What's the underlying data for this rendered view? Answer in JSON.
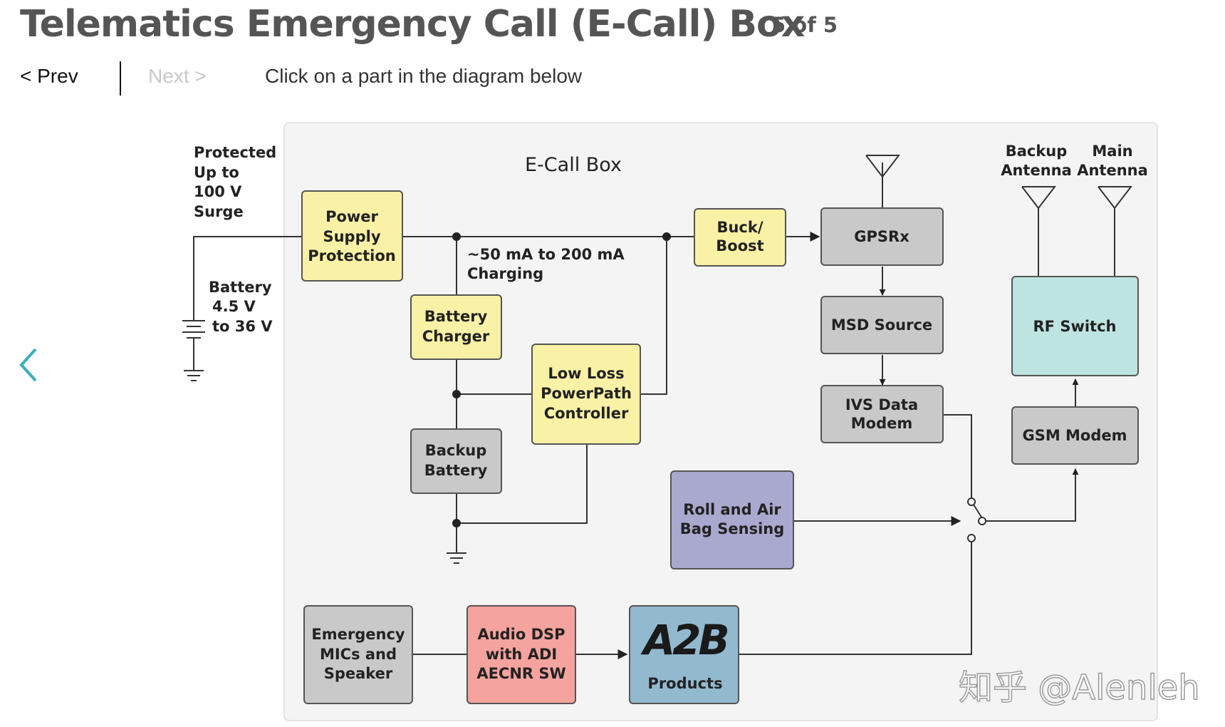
{
  "header": {
    "title": "Telematics Emergency Call (E-Call) Box",
    "page_indicator": "5 of 5"
  },
  "nav": {
    "prev_label": "<  Prev",
    "next_label": "Next  >",
    "hint": "Click on a part in the diagram below"
  },
  "diagram": {
    "box_title": "E-Call Box",
    "colors": {
      "yellow": "#f9f1a5",
      "gray": "#c9c9c9",
      "cyan": "#bde4e0",
      "purple": "#a9a8cf",
      "red": "#f5a39e",
      "blue": "#93b9cf"
    },
    "labels": {
      "protected": [
        "Protected",
        "Up to",
        "100 V",
        "Surge"
      ],
      "battery_range": [
        "Battery",
        "4.5 V",
        "to 36 V"
      ],
      "charging": [
        "~50 mA to 200 mA",
        "Charging"
      ],
      "backup_antenna": [
        "Backup",
        "Antenna"
      ],
      "main_antenna": [
        "Main",
        "Antenna"
      ]
    },
    "blocks": {
      "power_supply": [
        "Power",
        "Supply",
        "Protection"
      ],
      "battery_charger": [
        "Battery",
        "Charger"
      ],
      "backup_battery": [
        "Backup",
        "Battery"
      ],
      "powerpath": [
        "Low Loss",
        "PowerPath",
        "Controller"
      ],
      "buck_boost": [
        "Buck/",
        "Boost"
      ],
      "gps": [
        "GPSRx"
      ],
      "msd": [
        "MSD Source"
      ],
      "ivs": [
        "IVS Data",
        "Modem"
      ],
      "rf_switch": [
        "RF Switch"
      ],
      "gsm": [
        "GSM Modem"
      ],
      "airbag": [
        "Roll and Air",
        "Bag Sensing"
      ],
      "mics": [
        "Emergency",
        "MICs and",
        "Speaker"
      ],
      "audio_dsp": [
        "Audio DSP",
        "with ADI",
        "AECNR SW"
      ],
      "a2b": [
        "A2B",
        "Products"
      ]
    }
  },
  "watermark": "知乎 @Alenleh"
}
